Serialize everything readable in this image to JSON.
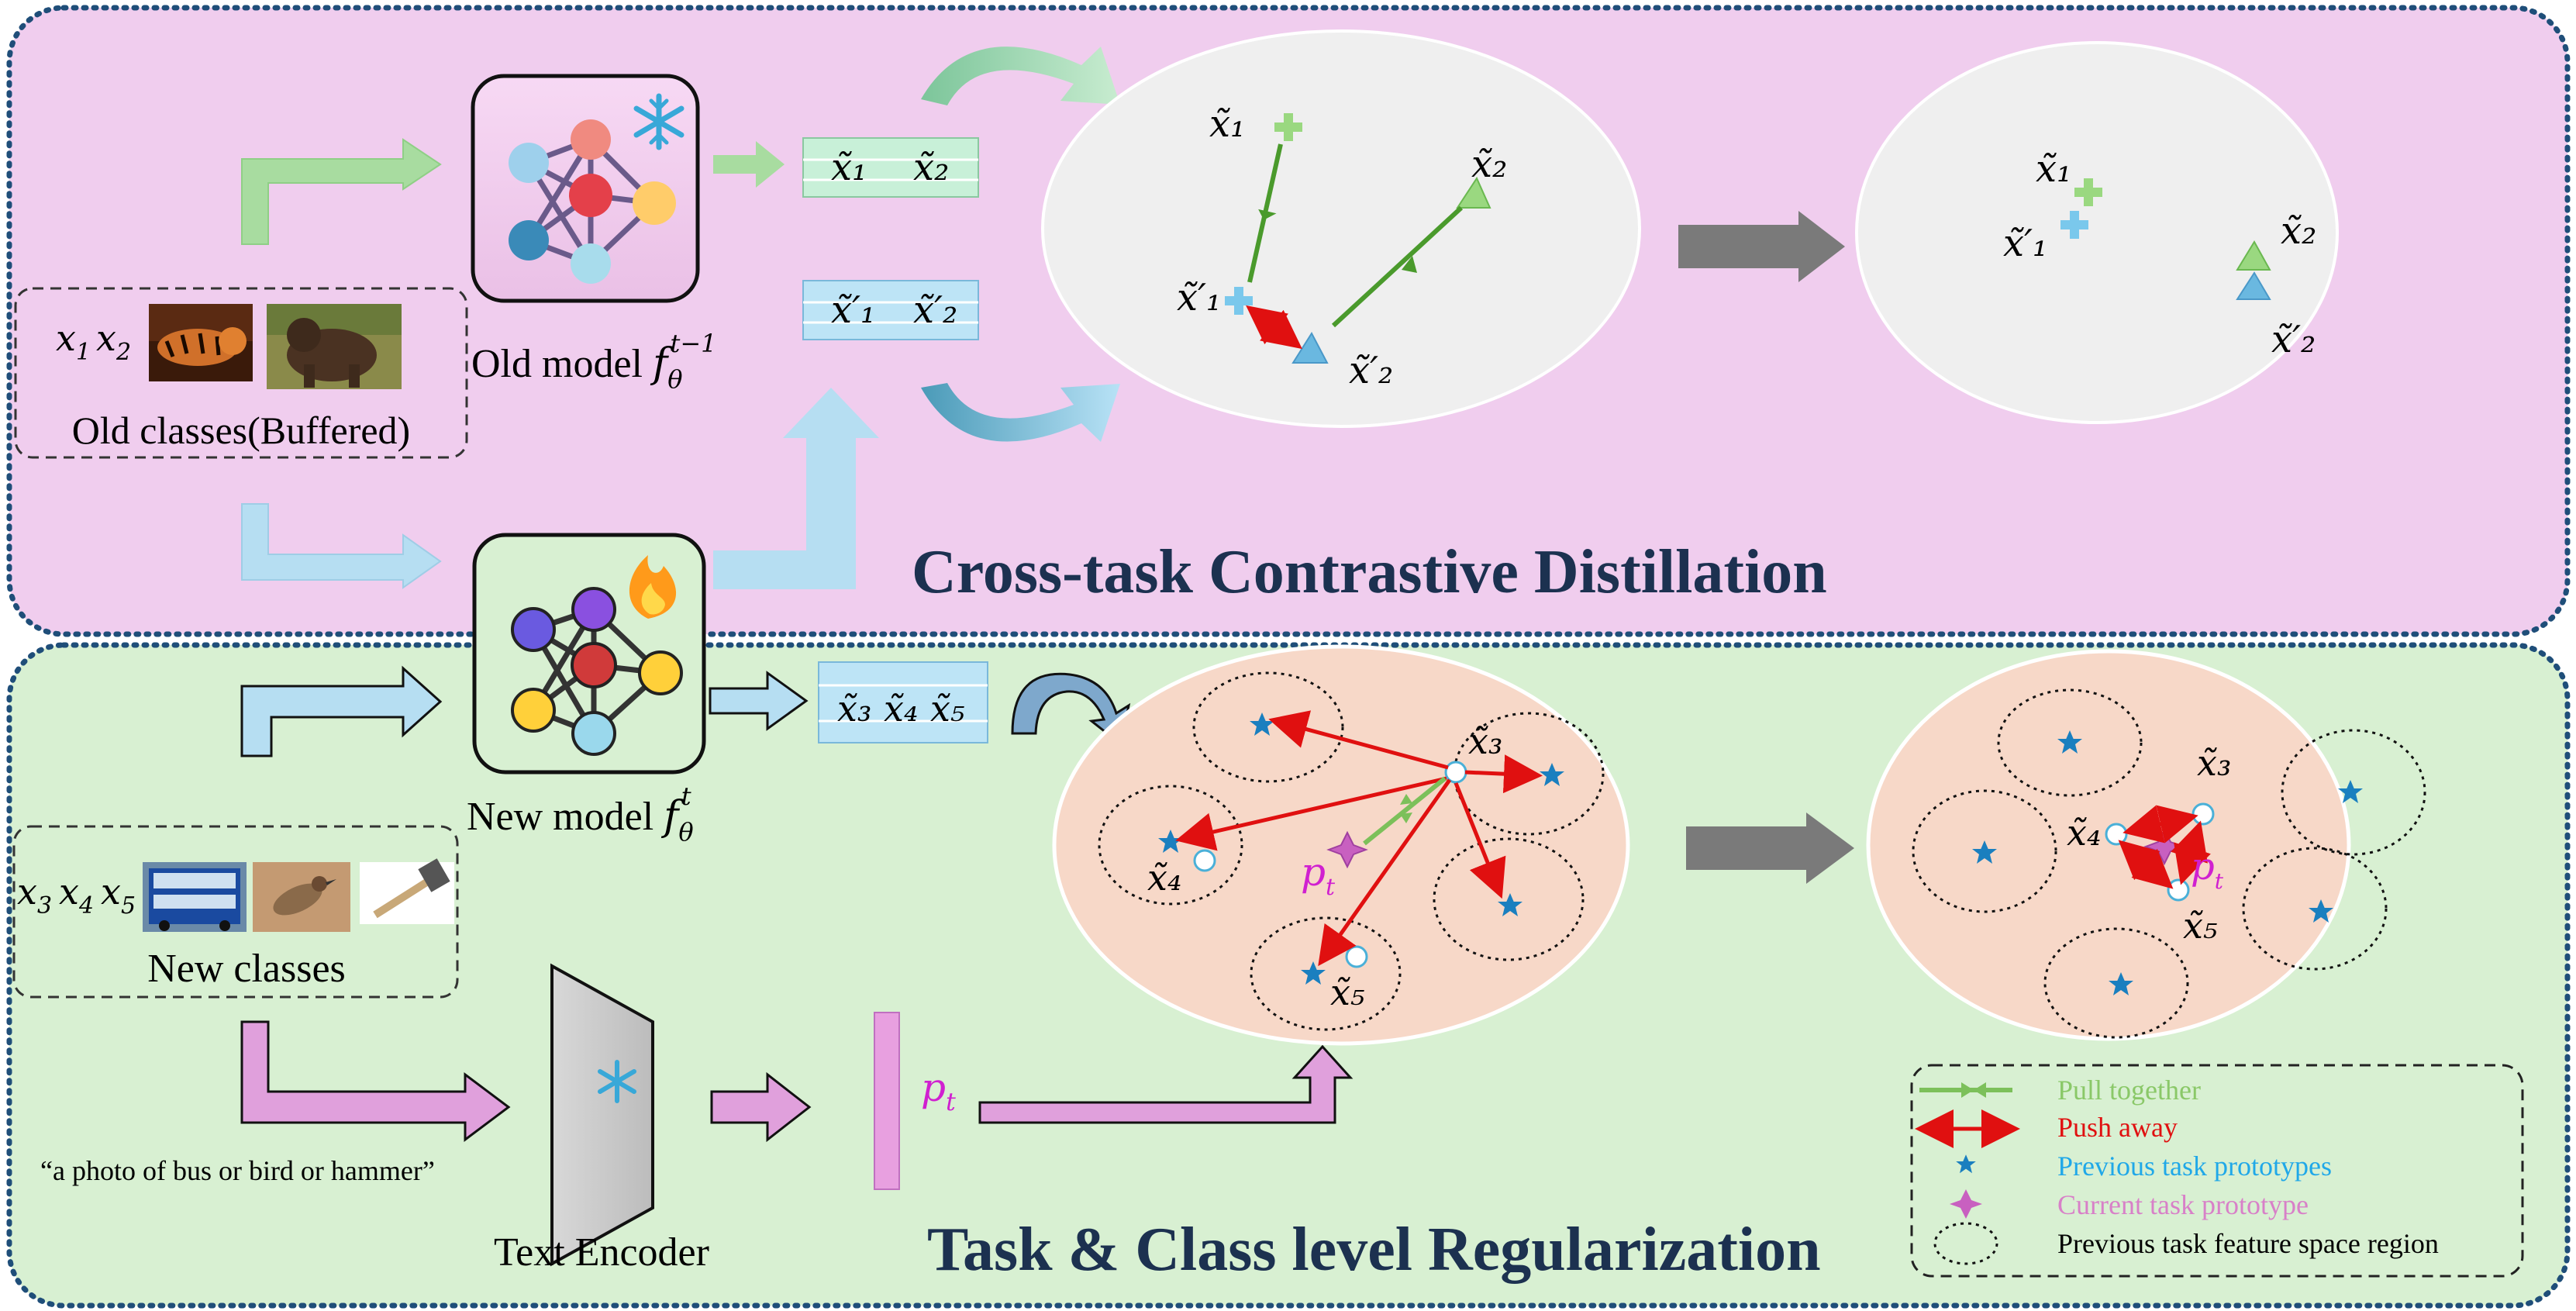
{
  "top_panel": {
    "title": "Cross-task Contrastive Distillation",
    "old_model": {
      "label": "Old model ",
      "fn": "f",
      "sub": "θ",
      "sup": "t−1"
    },
    "new_model": {
      "label": "New model ",
      "fn": "f",
      "sub": "θ",
      "sup": "t"
    },
    "old_classes": {
      "caption": "Old classes(Buffered)",
      "x1": "x",
      "x1_sub": "1",
      "x2": "x",
      "x2_sub": "2"
    },
    "feature_old": [
      "x̃₁",
      "x̃₂"
    ],
    "feature_new": [
      "x̃′₁",
      "x̃′₂"
    ],
    "space_before": {
      "x1": "x̃₁",
      "x1p": "x̃′₁",
      "x2": "x̃₂",
      "x2p": "x̃′₂"
    },
    "space_after": {
      "x1": "x̃₁",
      "x1p": "x̃′₁",
      "x2": "x̃₂",
      "x2p": "x̃′₂"
    }
  },
  "bottom_panel": {
    "title": "Task & Class level Regularization",
    "new_classes": {
      "caption": "New classes",
      "x3": "x",
      "x3_sub": "3",
      "x4": "x",
      "x4_sub": "4",
      "x5": "x",
      "x5_sub": "5"
    },
    "feature_new": [
      "x̃₃",
      "x̃₄",
      "x̃₅"
    ],
    "text_prompt": "“a photo of bus or bird or hammer”",
    "text_encoder": "Text Encoder",
    "prototype": {
      "p": "p",
      "sub": "t"
    },
    "space_before": {
      "x3": "x̃₃",
      "x4": "x̃₄",
      "x5": "x̃₅",
      "pt": "p",
      "pt_sub": "t"
    },
    "space_after": {
      "x3": "x̃₃",
      "x4": "x̃₄",
      "x5": "x̃₅",
      "pt": "p",
      "pt_sub": "t"
    }
  },
  "legend": {
    "items": [
      {
        "label": "Pull together",
        "color": "#7cc05a"
      },
      {
        "label": "Push away",
        "color": "#e01010"
      },
      {
        "label": "Previous task prototypes",
        "color": "#1aa0e0"
      },
      {
        "label": "Current task prototype",
        "color": "#d880c8"
      },
      {
        "label": "Previous task feature space region",
        "color": "#000000"
      }
    ]
  },
  "colors": {
    "top_bg": "#f0cdee",
    "bottom_bg": "#d8f0d2",
    "border": "#1f4e79",
    "green_arrow": "#a8dca0",
    "blue_arrow": "#b6def2",
    "pink_arrow": "#e0a0dc",
    "gray_arrow": "#7a7a7a",
    "star": "#1a7fbf",
    "prototype": "#c860c0"
  },
  "icons": [
    "snowflake-icon",
    "flame-icon",
    "neural-net-icon",
    "star-icon",
    "tiger-thumbnail",
    "bear-thumbnail",
    "bus-thumbnail",
    "bird-thumbnail",
    "hammer-thumbnail"
  ]
}
